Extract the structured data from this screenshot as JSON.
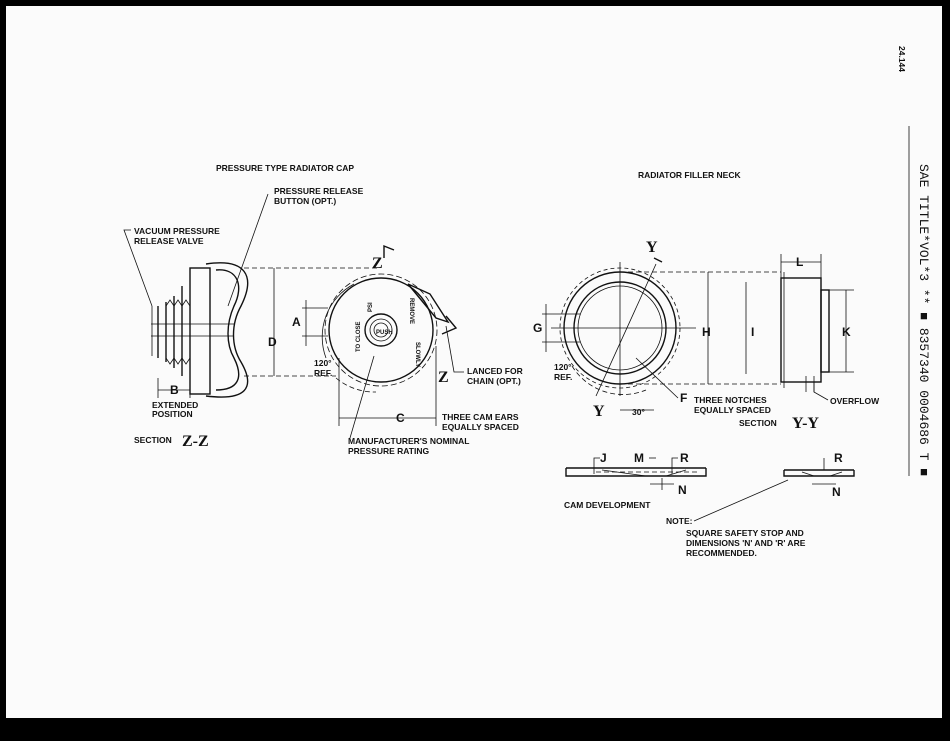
{
  "page_number": "24.144",
  "side_text": "SAE TITLE*VOL*3 ** ■ 8357340 0004686 T ■",
  "left_drawing": {
    "title": "PRESSURE TYPE RADIATOR CAP",
    "pressure_release_line1": "PRESSURE RELEASE",
    "pressure_release_line2": "BUTTON (OPT.)",
    "vacuum_line1": "VACUUM PRESSURE",
    "vacuum_line2": "RELEASE VALVE",
    "dim_B": "B",
    "extended_line1": "EXTENDED",
    "extended_line2": "POSITION",
    "section_label": "SECTION",
    "section_id": "Z-Z",
    "dim_D": "D",
    "dim_A": "A",
    "ref_angle_line1": "120°",
    "ref_angle_line2": "REF.",
    "dim_C": "C",
    "z_mark_top": "Z",
    "z_mark_right": "Z",
    "cap_text_to_close": "TO CLOSE",
    "cap_text_psi": "PSI",
    "cap_text_push": "PUSH",
    "cap_text_remove": "REMOVE",
    "cap_text_slowly": "SLOWLY",
    "lanced_line1": "LANCED FOR",
    "lanced_line2": "CHAIN (OPT.)",
    "cam_ears_line1": "THREE CAM EARS",
    "cam_ears_line2": "EQUALLY SPACED",
    "nominal_line1": "MANUFACTURER'S NOMINAL",
    "nominal_line2": "PRESSURE RATING"
  },
  "right_drawing": {
    "title": "RADIATOR FILLER NECK",
    "y_mark_top": "Y",
    "y_mark_bottom": "Y",
    "dim_G": "G",
    "dim_H": "H",
    "dim_I": "I",
    "dim_K": "K",
    "dim_L": "L",
    "ref_angle_line1": "120°",
    "ref_angle_line2": "REF.",
    "angle_30": "30°",
    "dim_F": "F",
    "notches_line1": "THREE NOTCHES",
    "notches_line2": "EQUALLY SPACED",
    "overflow": "OVERFLOW",
    "section_label": "SECTION",
    "section_id": "Y-Y"
  },
  "cam_development": {
    "label": "CAM DEVELOPMENT",
    "dim_J": "J",
    "dim_M": "M",
    "dim_R": "R",
    "dim_N": "N",
    "detail_R": "R",
    "detail_N": "N"
  },
  "note": {
    "heading": "NOTE:",
    "line1": "SQUARE SAFETY STOP AND",
    "line2": "DIMENSIONS 'N' AND 'R' ARE",
    "line3": "RECOMMENDED."
  }
}
